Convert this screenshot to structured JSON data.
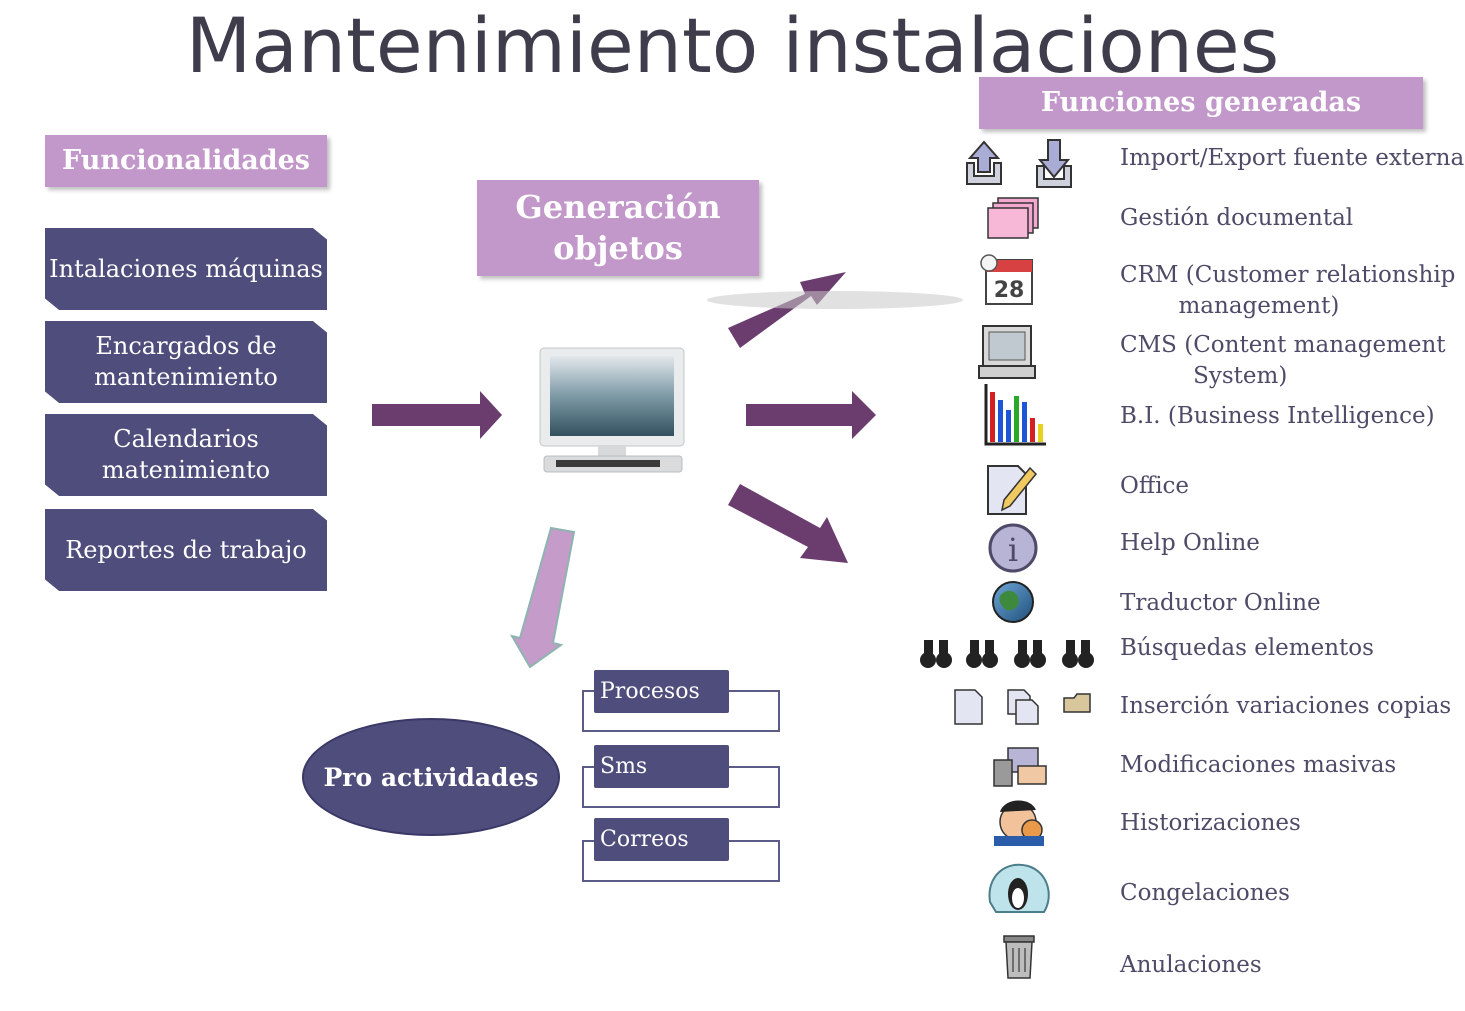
{
  "title": "Mantenimiento instalaciones",
  "headers": {
    "funcionalidades": "Funcionalidades",
    "generacion": "Generación objetos",
    "funciones_generadas": "Funciones generadas"
  },
  "funcionalidades": [
    "Intalaciones máquinas",
    "Encargados de mantenimiento",
    "Calendarios matenimiento",
    "Reportes de trabajo"
  ],
  "pro_actividades": {
    "label": "Pro actividades",
    "items": [
      "Procesos",
      "Sms",
      "Correos"
    ]
  },
  "funciones": [
    {
      "label": "Import/Export fuente externa",
      "icon": "import-export-icon"
    },
    {
      "label": "Gestión documental",
      "icon": "documents-icon"
    },
    {
      "label": "CRM (Customer relationship\n        management)",
      "icon": "calendar-icon"
    },
    {
      "label": "CMS (Content management\n          System)",
      "icon": "computer-icon"
    },
    {
      "label": "B.I. (Business Intelligence)",
      "icon": "bar-chart-icon"
    },
    {
      "label": "Office",
      "icon": "edit-document-icon"
    },
    {
      "label": "Help Online",
      "icon": "info-icon"
    },
    {
      "label": "Traductor Online",
      "icon": "globe-icon"
    },
    {
      "label": "Búsquedas elementos",
      "icon": "binoculars-icon"
    },
    {
      "label": "Inserción variaciones copias",
      "icon": "new-copy-folder-icon"
    },
    {
      "label": "Modificaciones masivas",
      "icon": "mass-edit-icon"
    },
    {
      "label": "Historizaciones",
      "icon": "history-icon"
    },
    {
      "label": "Congelaciones",
      "icon": "freeze-icon"
    },
    {
      "label": "Anulaciones",
      "icon": "trash-icon"
    }
  ],
  "calendar_day": "28",
  "colors": {
    "header_bg": "#c297c9",
    "box_bg": "#4f4d7c",
    "arrow": "#6a3d6e",
    "arrow_light": "#c49bc9",
    "text": "#4e4a67"
  }
}
